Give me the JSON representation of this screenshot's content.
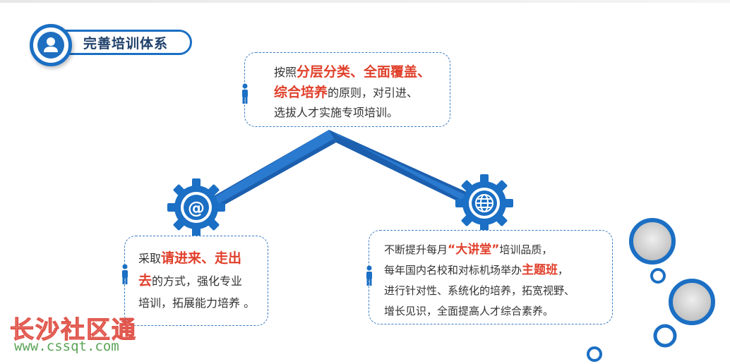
{
  "title": {
    "text": "完善培训体系",
    "icon": "person-icon"
  },
  "top_box": {
    "line1_prefix": "按照",
    "line1_hl": "分层分类、全面覆盖、",
    "line2_hl": "综合培养",
    "line2_rest": "的原则，对引进、",
    "line3": "选拔人才实施专项培训。"
  },
  "left_box": {
    "line1_prefix": "采取",
    "line1_hl": "请进来、走出",
    "line2_hl": "去",
    "line2_rest": "的方式，强化专业",
    "line3": "培训，拓展能力培养 。"
  },
  "right_box": {
    "line1_prefix": "不断提升每月",
    "line1_hl": "“大讲堂”",
    "line1_rest": "培训品质，",
    "line2_prefix": "每年国内名校和对标机场举办",
    "line2_hl": "主题班",
    "line2_rest": "，",
    "line3": "进行针对性、系统化的培养，拓宽视野、",
    "line4": "增长见识，全面提高人才综合素养。"
  },
  "gear_left_symbol": "@",
  "watermark": {
    "cn": "长沙社区通",
    "url": "www.cssqt.com"
  },
  "colors": {
    "blue": "#1b6fc4",
    "highlight": "#e0402b"
  }
}
